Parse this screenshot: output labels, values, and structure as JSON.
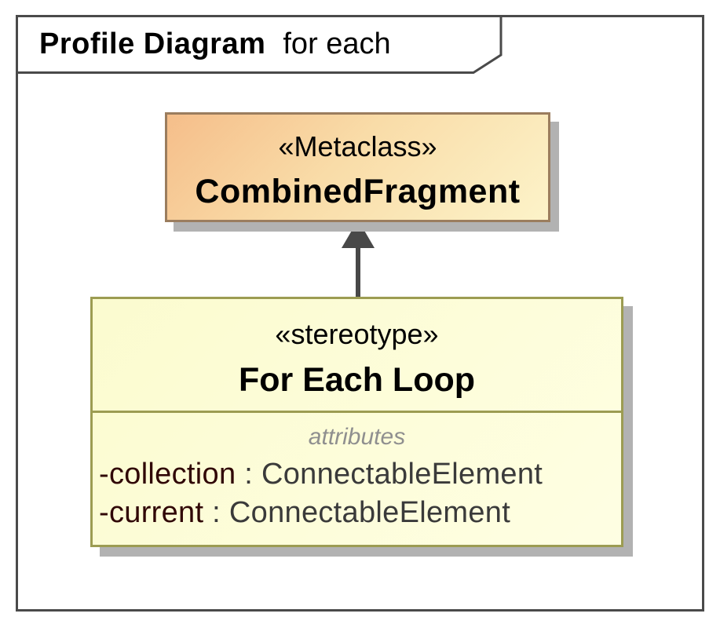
{
  "frame": {
    "diagram_type": "Profile Diagram",
    "diagram_name": "for each"
  },
  "metaclass": {
    "kind": "«Metaclass»",
    "name": "CombinedFragment"
  },
  "stereotype": {
    "kind": "«stereotype»",
    "name": "For Each Loop",
    "attributes_header": "attributes",
    "attributes": [
      {
        "name": "-collection",
        "sep": " : ",
        "type": "ConnectableElement"
      },
      {
        "name": "-current",
        "sep": " : ",
        "type": "ConnectableElement"
      }
    ]
  },
  "relation": {
    "kind": "extension"
  },
  "colors": {
    "frame_border": "#4A4A4A",
    "metaclass_border": "#9B7D5E",
    "metaclass_fill_start": "#F5BE8A",
    "metaclass_fill_end": "#FCF3C9",
    "stereotype_border": "#9C9C52",
    "stereotype_fill": "#FCFCD6",
    "shadow": "#B2B2B2",
    "arrow": "#484848",
    "attribute_name_color": "#300606",
    "attribute_type_color": "#3A3A3A",
    "attributes_header_color": "#8F8F8F"
  }
}
